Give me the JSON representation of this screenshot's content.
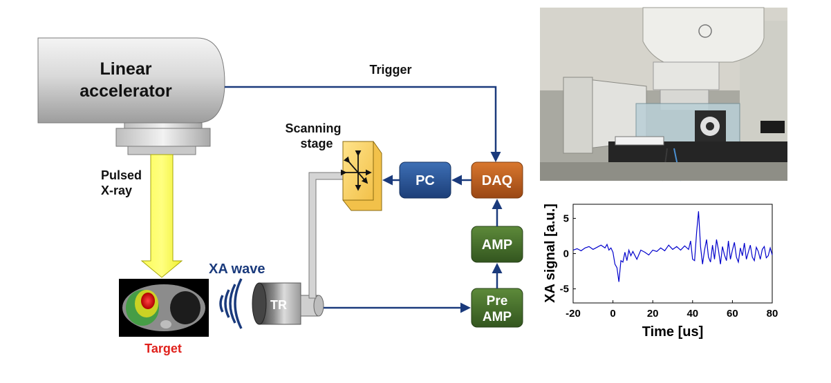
{
  "blocks": {
    "linac": [
      "Linear",
      "accelerator"
    ],
    "pc": "PC",
    "daq": "DAQ",
    "amp": "AMP",
    "preamp": [
      "Pre",
      "AMP"
    ],
    "tr": "TR"
  },
  "labels": {
    "trigger": "Trigger",
    "pulsed_xray": [
      "Pulsed",
      "X-ray"
    ],
    "scanning_stage": [
      "Scanning",
      "stage"
    ],
    "xa_wave": "XA wave",
    "target": "Target"
  },
  "colors": {
    "line": "#1a3a7c",
    "pc": "#1f4e8c",
    "daq": "#b85a1a",
    "amp": "#3f6a2a",
    "beam": "#f5f532",
    "target_text": "#e0211c",
    "xa_text": "#1a3a7c",
    "signal": "#0000cc"
  },
  "photo": {
    "description_icon": "linac-photo"
  },
  "chart_data": {
    "type": "line",
    "xlabel": "Time [us]",
    "ylabel": "XA signal [a.u.]",
    "xlim": [
      -20,
      80
    ],
    "ylim": [
      -7,
      7
    ],
    "xticks": [
      -20,
      0,
      20,
      40,
      60,
      80
    ],
    "yticks": [
      -5,
      0,
      5
    ],
    "series": [
      {
        "x": [
          -20,
          -18,
          -16,
          -14,
          -12,
          -10,
          -8,
          -6,
          -4,
          -3,
          -2,
          -1,
          0,
          1,
          2,
          3,
          4,
          5,
          6,
          7,
          8,
          9,
          10,
          12,
          14,
          16,
          18,
          20,
          22,
          24,
          26,
          28,
          30,
          32,
          34,
          36,
          38,
          39,
          40,
          41,
          42,
          43,
          44,
          45,
          46,
          47,
          48,
          49,
          50,
          51,
          52,
          53,
          54,
          55,
          56,
          57,
          58,
          59,
          60,
          61,
          62,
          63,
          64,
          65,
          66,
          67,
          68,
          69,
          70,
          71,
          72,
          73,
          74,
          75,
          76,
          77,
          78,
          79,
          80
        ],
        "y": [
          0.5,
          0.7,
          0.4,
          0.8,
          1.0,
          0.6,
          0.9,
          1.2,
          0.8,
          1.3,
          0.5,
          0.8,
          0.2,
          -1.5,
          -2.0,
          -4.0,
          -1.0,
          -1.2,
          0.2,
          -1.0,
          0.5,
          -0.3,
          0.3,
          -0.8,
          0.5,
          0.2,
          -0.2,
          0.5,
          0.3,
          0.8,
          0.4,
          1.2,
          0.6,
          1.0,
          0.5,
          1.1,
          0.6,
          1.8,
          -0.8,
          -1.0,
          3.0,
          6.0,
          1.0,
          -1.5,
          0.5,
          2.0,
          -0.5,
          -1.2,
          1.2,
          -0.8,
          2.0,
          0.5,
          -1.5,
          1.0,
          -0.2,
          -1.0,
          1.8,
          -0.8,
          0.5,
          1.6,
          -0.5,
          -1.2,
          0.8,
          -0.3,
          1.5,
          -0.8,
          0.2,
          1.2,
          -0.5,
          -1.0,
          0.9,
          0.3,
          -0.8,
          0.6,
          1.0,
          -0.6,
          -0.3,
          0.8,
          -0.2
        ]
      }
    ]
  }
}
